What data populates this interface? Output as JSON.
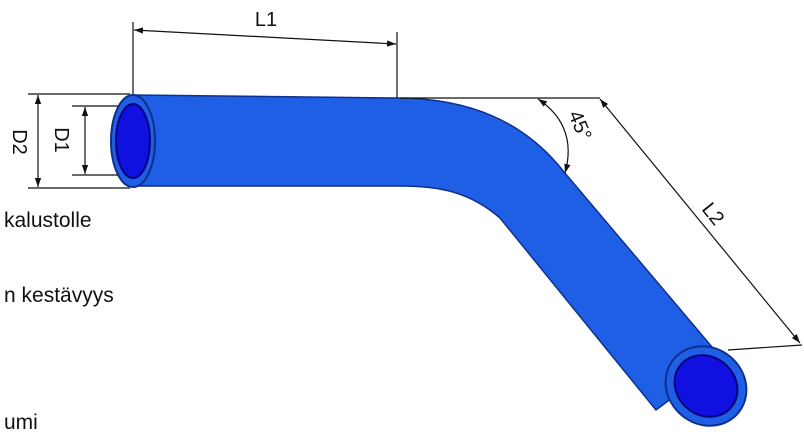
{
  "background_text": {
    "line1": "kalustolle",
    "line2": "n kestävyys",
    "line3": "umi"
  },
  "dimensions": {
    "l1": "L1",
    "l2": "L2",
    "d1": "D1",
    "d2": "D2",
    "angle": "45°"
  },
  "colors": {
    "tube": "#1f5fe6",
    "tube_outline": "#0e2f8c",
    "inner": "#1010e0",
    "inner_dark": "#05057a",
    "lines": "#111111"
  }
}
